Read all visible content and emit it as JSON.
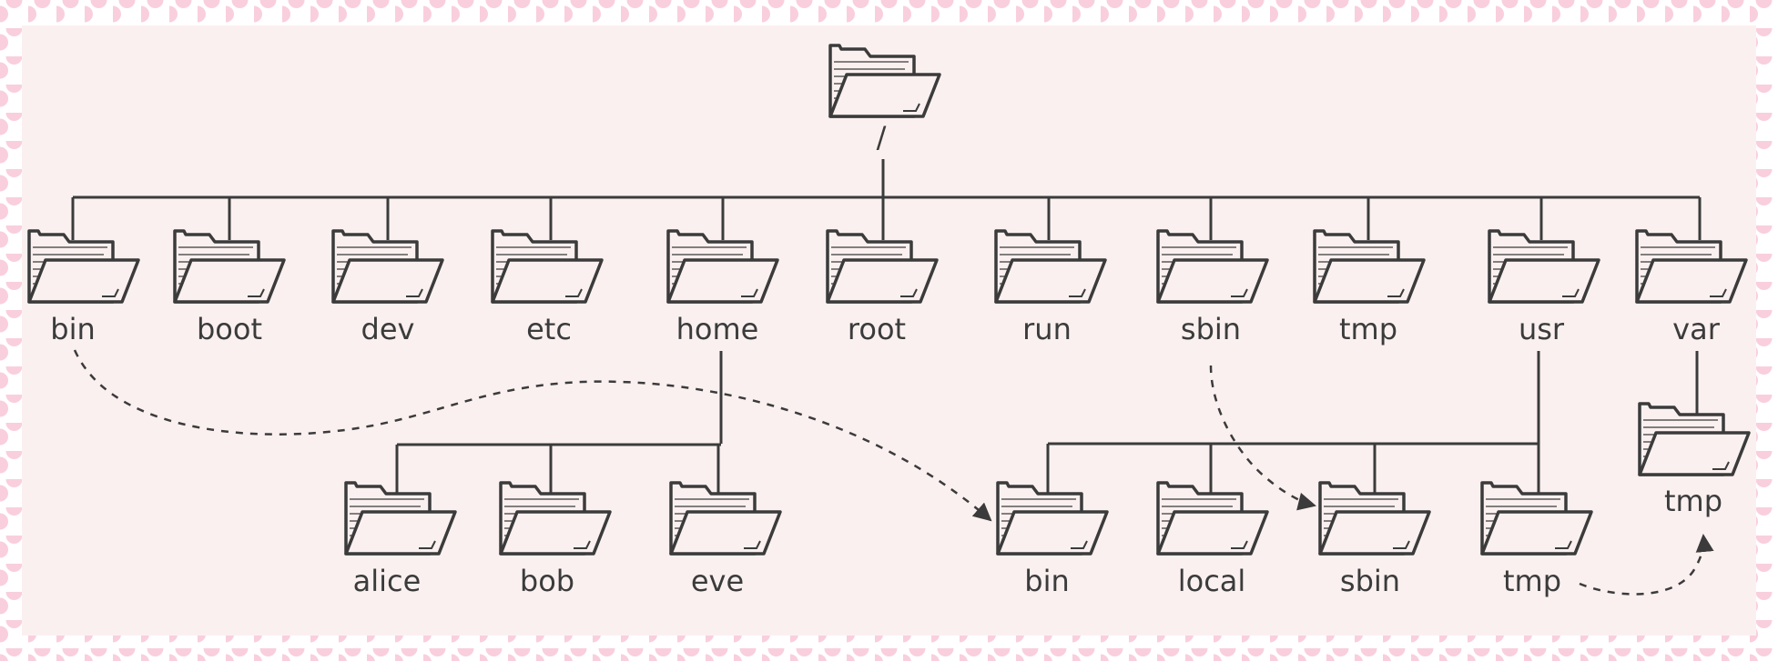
{
  "diagram": {
    "root": {
      "label": "/"
    },
    "top_level": [
      {
        "id": "bin",
        "label": "bin"
      },
      {
        "id": "boot",
        "label": "boot"
      },
      {
        "id": "dev",
        "label": "dev"
      },
      {
        "id": "etc",
        "label": "etc"
      },
      {
        "id": "home",
        "label": "home"
      },
      {
        "id": "root",
        "label": "root"
      },
      {
        "id": "run",
        "label": "run"
      },
      {
        "id": "sbin",
        "label": "sbin"
      },
      {
        "id": "tmp",
        "label": "tmp"
      },
      {
        "id": "usr",
        "label": "usr"
      },
      {
        "id": "var",
        "label": "var"
      }
    ],
    "home_children": [
      {
        "id": "alice",
        "label": "alice"
      },
      {
        "id": "bob",
        "label": "bob"
      },
      {
        "id": "eve",
        "label": "eve"
      }
    ],
    "usr_children": [
      {
        "id": "usr-bin",
        "label": "bin"
      },
      {
        "id": "usr-local",
        "label": "local"
      },
      {
        "id": "usr-sbin",
        "label": "sbin"
      },
      {
        "id": "usr-tmp",
        "label": "tmp"
      }
    ],
    "var_children": [
      {
        "id": "var-tmp",
        "label": "tmp"
      }
    ],
    "links": [
      {
        "from": "bin",
        "to": "usr-bin"
      },
      {
        "from": "sbin",
        "to": "usr-sbin"
      },
      {
        "from": "usr-tmp",
        "to": "var-tmp"
      }
    ]
  },
  "colors": {
    "frame_dots": "#f9cfdd",
    "panel": "#fbf0f0",
    "ink": "#3b3b3b"
  }
}
